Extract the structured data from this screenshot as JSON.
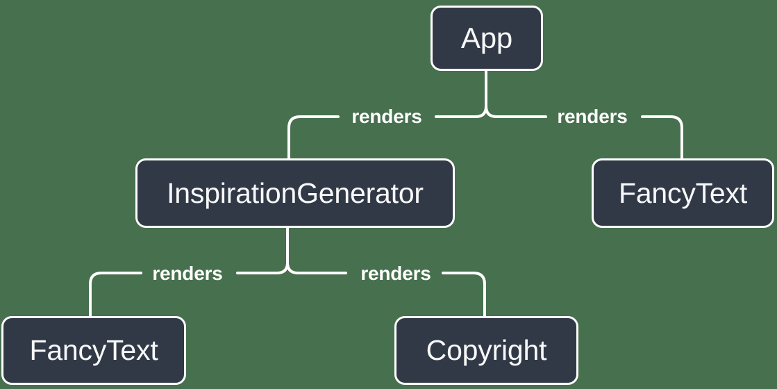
{
  "colors": {
    "background": "#47704E",
    "node_fill": "#323946",
    "node_border": "#FFFFFF",
    "node_text": "#F7F8F9",
    "edge_line": "#FFFFFF",
    "edge_label_text": "#FFFFFF"
  },
  "diagram": {
    "type": "tree",
    "nodes": [
      {
        "id": "app",
        "label": "App"
      },
      {
        "id": "inspiration-generator",
        "label": "InspirationGenerator"
      },
      {
        "id": "fancy-text-top",
        "label": "FancyText"
      },
      {
        "id": "fancy-text-bottom",
        "label": "FancyText"
      },
      {
        "id": "copyright",
        "label": "Copyright"
      }
    ],
    "edges": [
      {
        "from": "App",
        "to": "InspirationGenerator",
        "label": "renders"
      },
      {
        "from": "App",
        "to": "FancyText",
        "label": "renders"
      },
      {
        "from": "InspirationGenerator",
        "to": "FancyText",
        "label": "renders"
      },
      {
        "from": "InspirationGenerator",
        "to": "Copyright",
        "label": "renders"
      }
    ]
  }
}
